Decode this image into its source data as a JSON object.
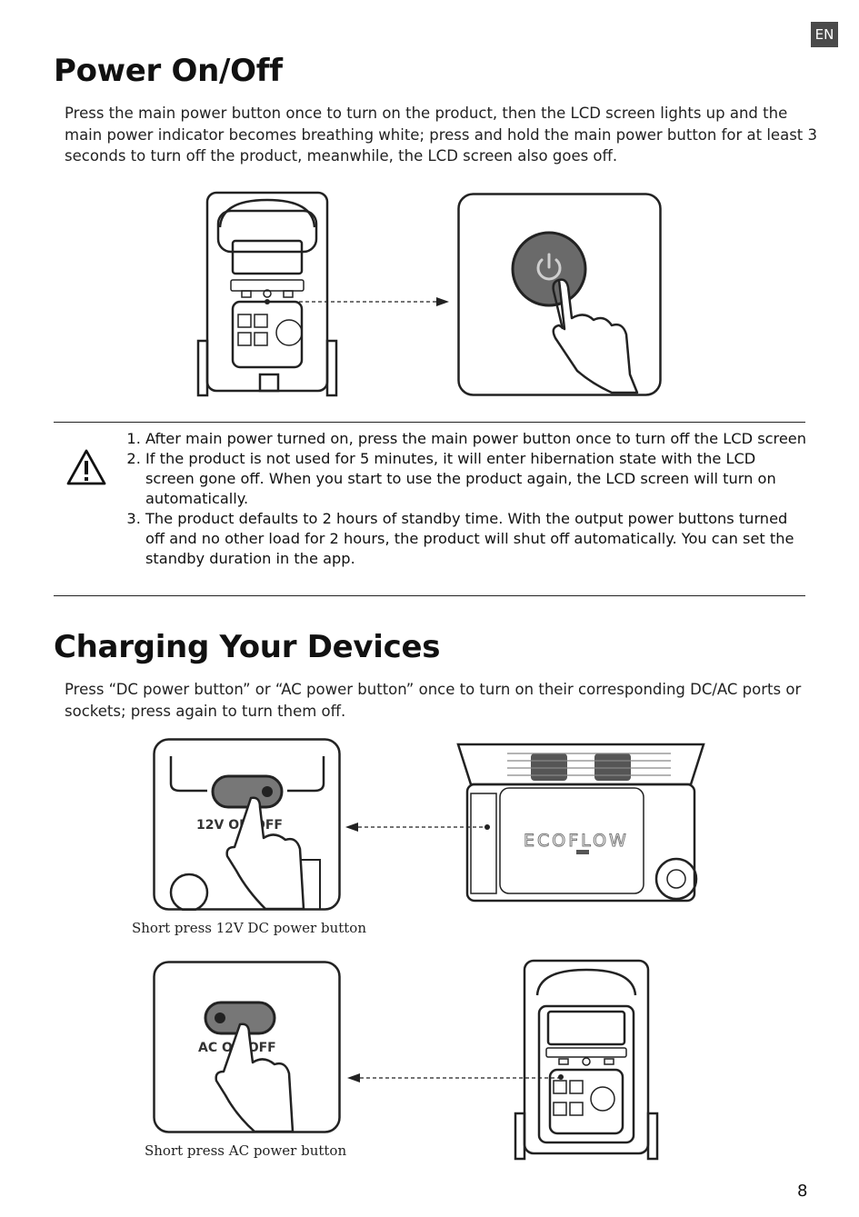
{
  "language_badge": "EN",
  "power_section": {
    "title": "Power On/Off",
    "body": "Press the main power button once to turn on the product, then the LCD screen lights up and the main power indicator becomes breathing white; press and hold the main power button for at least 3 seconds to turn off the product, meanwhile, the LCD screen also goes off."
  },
  "notes": {
    "items": [
      "After main power turned on, press the main power button once to turn off the LCD screen",
      "If the product is not used for 5 minutes, it will enter hibernation state with the LCD screen gone off. When you start to use the product again, the LCD screen will turn on automatically.",
      "The product defaults to 2 hours of standby time. With the output power buttons turned off and no other load for 2 hours, the product will shut off automatically. You can set the standby duration in the app."
    ]
  },
  "charging_section": {
    "title": "Charging Your Devices",
    "body": "Press “DC power button” or “AC power button” once to turn on their corresponding DC/AC ports or sockets; press again to turn them off.",
    "dc_caption": "Short press 12V DC power button",
    "ac_caption": "Short press AC power button",
    "dc_button_label": "12V ON/OFF",
    "ac_button_label": "AC ON/OFF",
    "brand_logo": "ECOFLOW"
  },
  "page_number": "8"
}
